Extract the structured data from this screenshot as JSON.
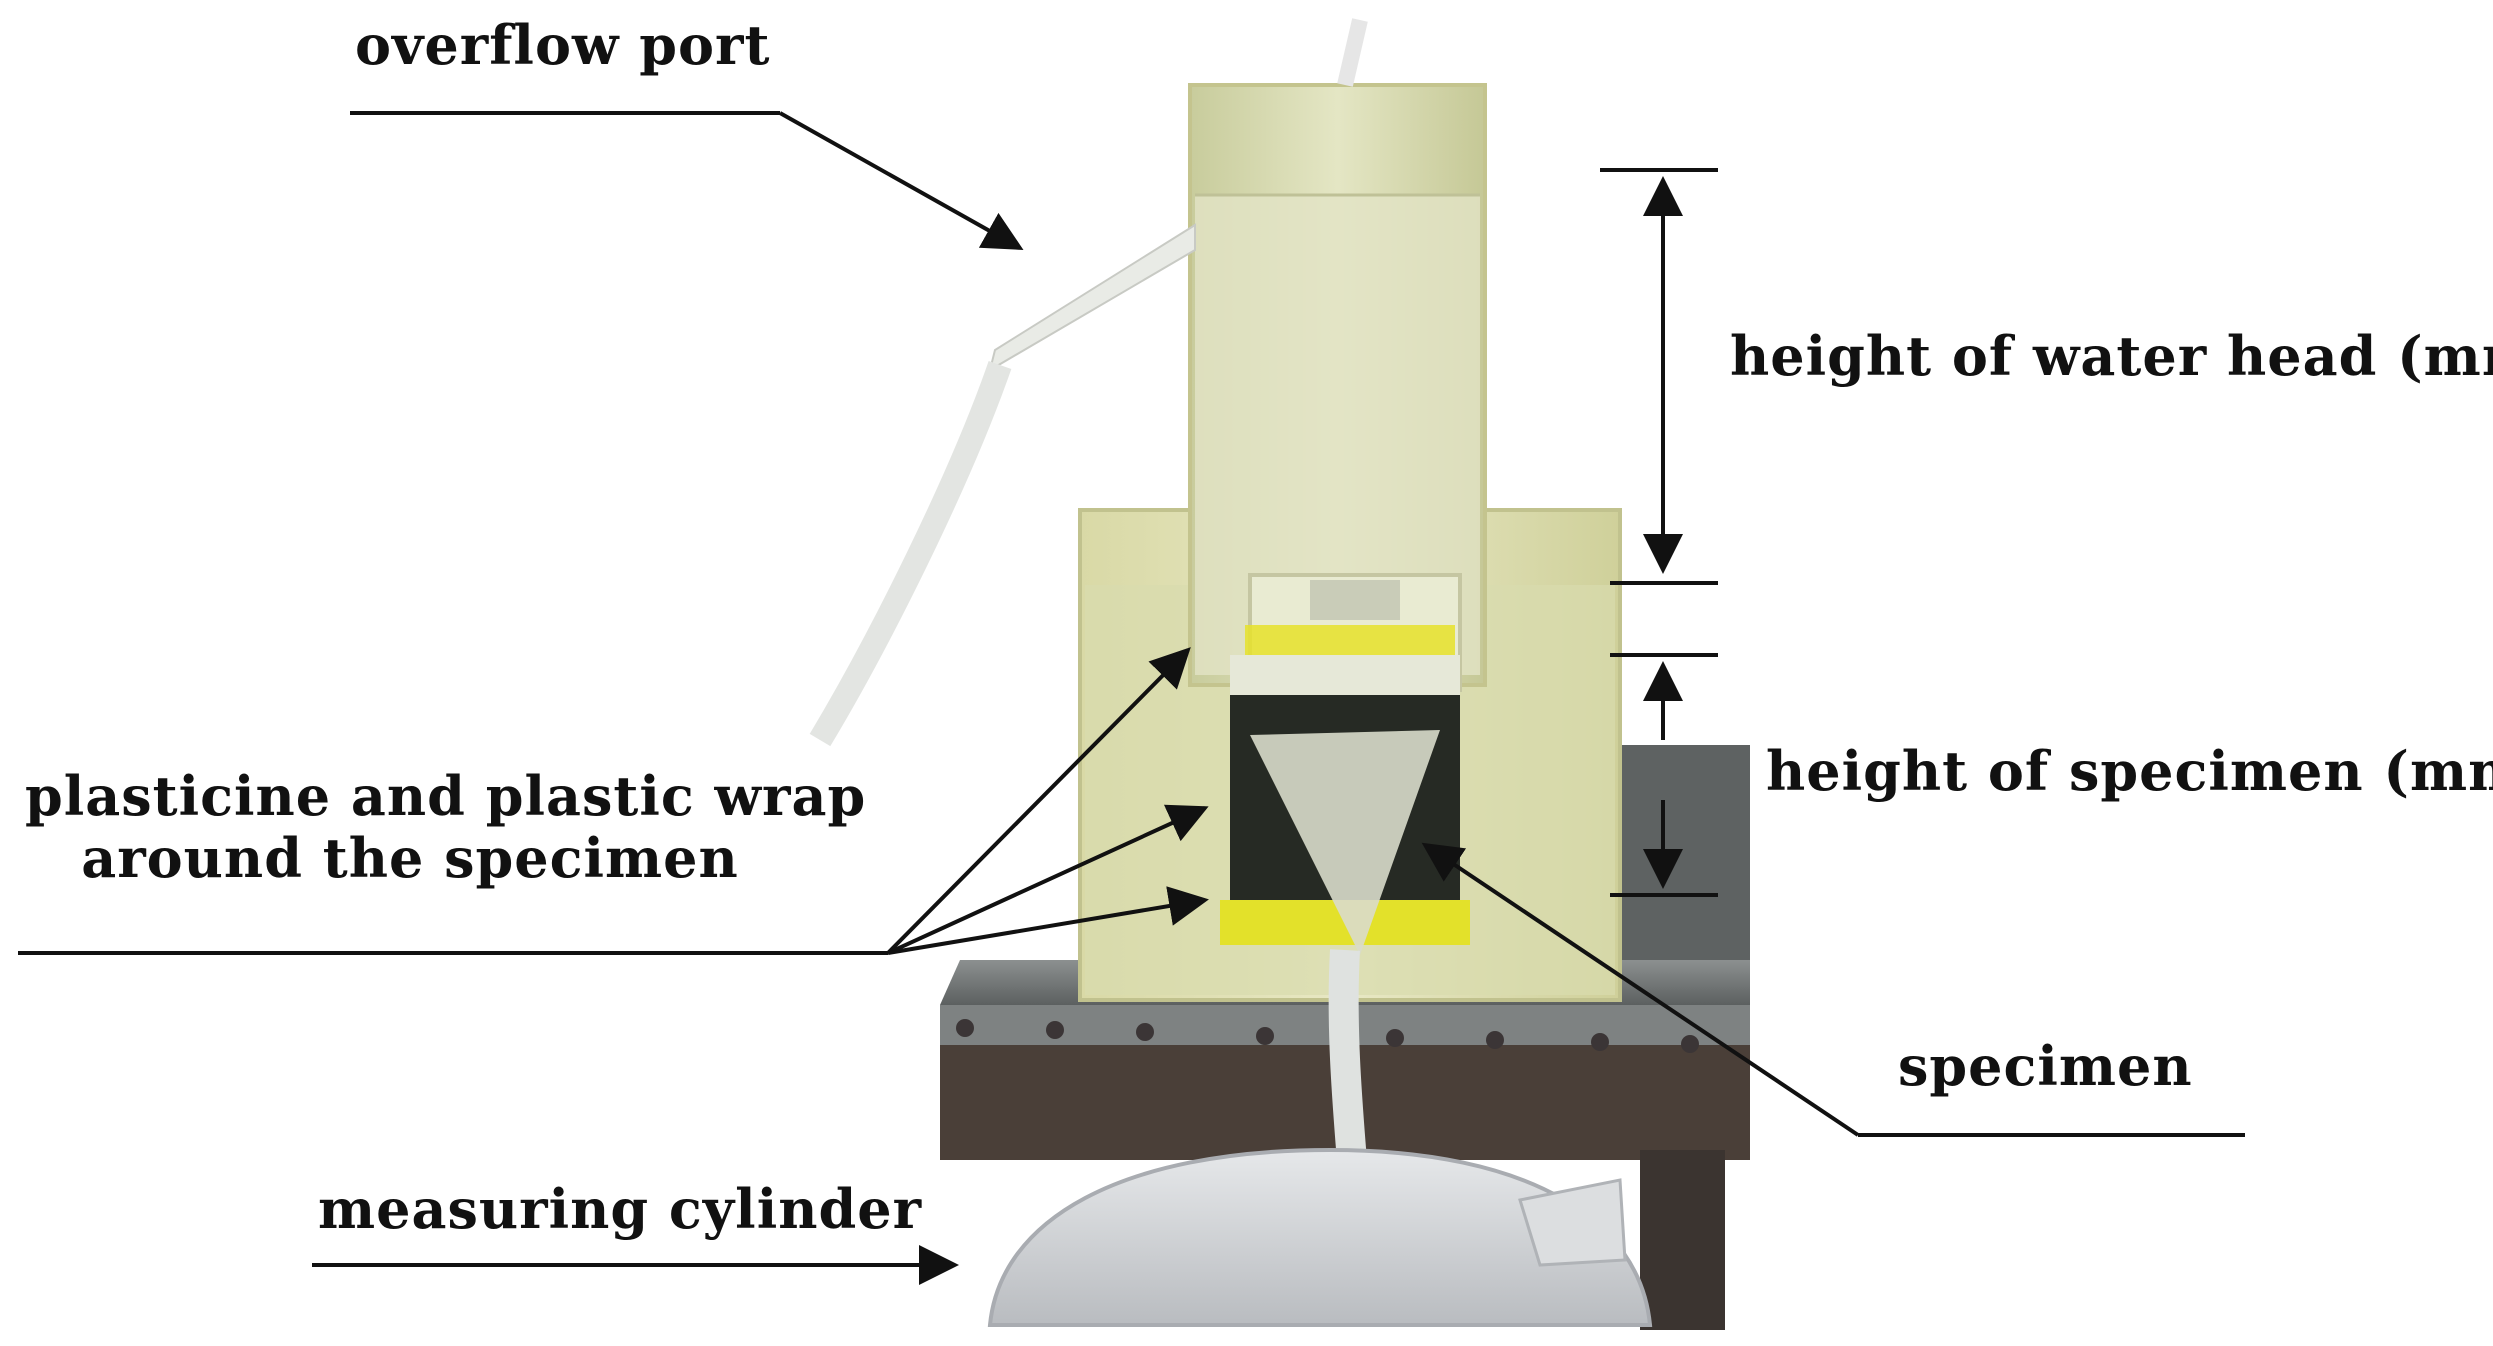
{
  "labels": {
    "overflow_port": "overflow port",
    "water_head": "height of water head (mm)",
    "specimen_height": "height of specimen (mm)",
    "plasticine_line1": "plasticine and plastic wrap",
    "plasticine_line2": "around the specimen",
    "specimen": "specimen",
    "measuring_cylinder": "measuring cylinder"
  },
  "colors": {
    "background": "#ffffff",
    "annotation": "#111111",
    "water": "#d8dcb0",
    "specimen": "#262a24",
    "plasticine": "#e3e12a",
    "table_top": "#6e7372",
    "table_leg": "#3b3430"
  }
}
